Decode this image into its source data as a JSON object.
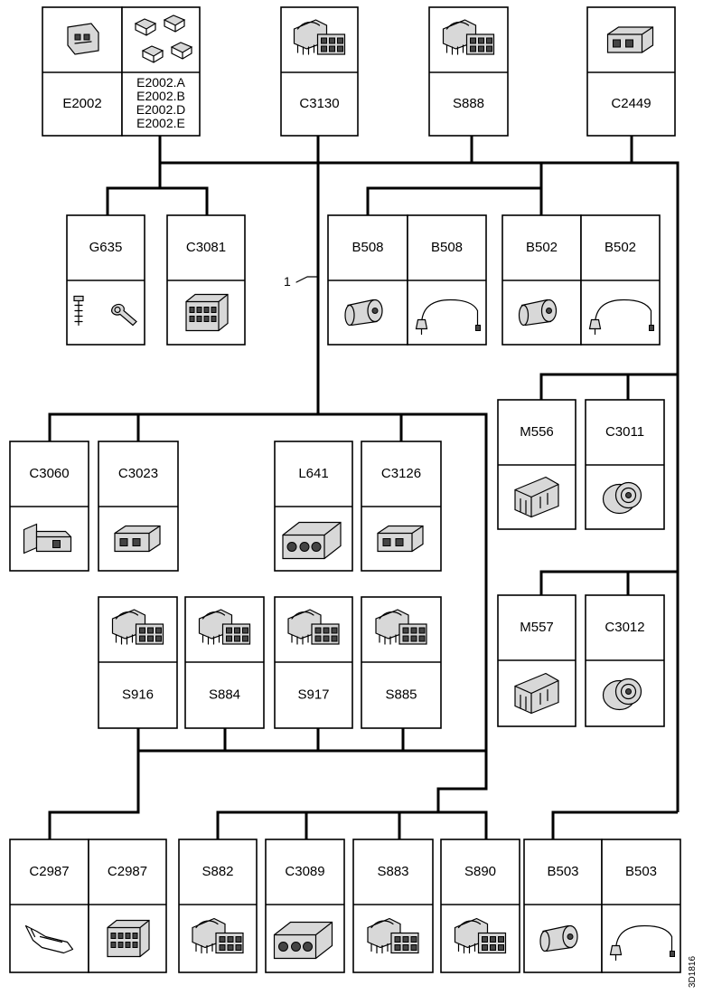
{
  "diagram": {
    "reference_number": "1",
    "drawing_number": "3D1816",
    "components": {
      "E2002": {
        "labels": [
          "E2002"
        ],
        "icon": "connector-housing-icon"
      },
      "E2002_variants": {
        "labels": [
          "E2002.A",
          "E2002.B",
          "E2002.D",
          "E2002.E"
        ],
        "icon": "terminal-set-icon"
      },
      "C3130": {
        "labels": [
          "C3130"
        ],
        "icon": "switch-connector-icon"
      },
      "S888": {
        "labels": [
          "S888"
        ],
        "icon": "switch-connector-icon"
      },
      "C2449": {
        "labels": [
          "C2449"
        ],
        "icon": "connector-block-icon"
      },
      "G635": {
        "labels": [
          "G635"
        ],
        "icon": "ground-bolt-icon"
      },
      "C3081": {
        "labels": [
          "C3081"
        ],
        "icon": "multi-pin-connector-icon"
      },
      "B508a": {
        "labels": [
          "B508"
        ],
        "icon": "sensor-icon"
      },
      "B508b": {
        "labels": [
          "B508"
        ],
        "icon": "sensor-lead-icon"
      },
      "B502a": {
        "labels": [
          "B502"
        ],
        "icon": "sensor-icon"
      },
      "B502b": {
        "labels": [
          "B502"
        ],
        "icon": "sensor-lead-icon"
      },
      "M556": {
        "labels": [
          "M556"
        ],
        "icon": "motor-connector-icon"
      },
      "C3011": {
        "labels": [
          "C3011"
        ],
        "icon": "round-connector-icon"
      },
      "C3060": {
        "labels": [
          "C3060"
        ],
        "icon": "plug-connector-icon"
      },
      "C3023": {
        "labels": [
          "C3023"
        ],
        "icon": "connector-block-icon"
      },
      "L641": {
        "labels": [
          "L641"
        ],
        "icon": "lamp-connector-icon"
      },
      "C3126": {
        "labels": [
          "C3126"
        ],
        "icon": "connector-block-icon"
      },
      "M557": {
        "labels": [
          "M557"
        ],
        "icon": "motor-connector-icon"
      },
      "C3012": {
        "labels": [
          "C3012"
        ],
        "icon": "round-connector-icon"
      },
      "S916": {
        "labels": [
          "S916"
        ],
        "icon": "switch-connector-icon"
      },
      "S884": {
        "labels": [
          "S884"
        ],
        "icon": "switch-connector-icon"
      },
      "S917": {
        "labels": [
          "S917"
        ],
        "icon": "switch-connector-icon"
      },
      "S885": {
        "labels": [
          "S885"
        ],
        "icon": "switch-connector-icon"
      },
      "C2987a": {
        "labels": [
          "C2987"
        ],
        "icon": "terminal-icon"
      },
      "C2987b": {
        "labels": [
          "C2987"
        ],
        "icon": "multi-pin-connector-icon"
      },
      "S882": {
        "labels": [
          "S882"
        ],
        "icon": "switch-connector-icon"
      },
      "C3089": {
        "labels": [
          "C3089"
        ],
        "icon": "lamp-connector-icon"
      },
      "S883": {
        "labels": [
          "S883"
        ],
        "icon": "switch-connector-icon"
      },
      "S890": {
        "labels": [
          "S890"
        ],
        "icon": "switch-connector-icon"
      },
      "B503a": {
        "labels": [
          "B503"
        ],
        "icon": "sensor-icon"
      },
      "B503b": {
        "labels": [
          "B503"
        ],
        "icon": "sensor-lead-icon"
      }
    }
  }
}
